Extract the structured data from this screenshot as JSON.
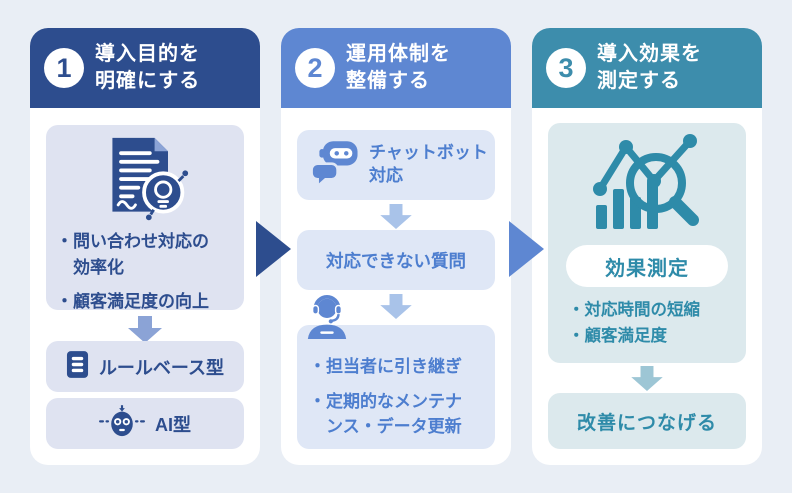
{
  "colors": {
    "page_background": "#e9eef5",
    "panel_background": "#ffffff",
    "step1_primary": "#2d4d8e",
    "step1_box_background": "#dfe3f1",
    "step1_arrow": "#8ba3d6",
    "step2_primary": "#5e87d2",
    "step2_text": "#4d7ecf",
    "step2_box_background": "#dfe7f6",
    "step2_arrow": "#a9c3e9",
    "step3_primary": "#3d8dac",
    "step3_text": "#2e8ba9",
    "step3_box_background": "#dce9ed",
    "step3_arrow": "#9dc6d5"
  },
  "icons": {
    "step1_main": "document-lightbulb-icon",
    "step1_rule": "list-icon",
    "step1_ai": "robot-face-icon",
    "step2_chatbot": "chatbot-speech-icon",
    "step2_operator": "operator-headset-icon",
    "step3_main": "analytics-magnifier-icon",
    "flow_down": "down-arrow",
    "flow_next": "right-chevron-arrow"
  },
  "step1": {
    "number": "1",
    "title_line1": "導入目的を",
    "title_line2": "明確にする",
    "purpose_bullet1_line1": "・問い合わせ対応の",
    "purpose_bullet1_line2": "効率化",
    "purpose_bullet2": "・顧客満足度の向上",
    "type_rule_label": "ルールベース型",
    "type_ai_label": "AI型"
  },
  "step2": {
    "number": "2",
    "title_line1": "運用体制を",
    "title_line2": "整備する",
    "chatbot_line1": "チャットボット",
    "chatbot_line2": "対応",
    "unanswered_label": "対応できない質問",
    "handover_bullet1": "・担当者に引き継ぎ",
    "handover_bullet2_line1": "・定期的なメンテナ",
    "handover_bullet2_line2": "ンス・データ更新"
  },
  "step3": {
    "number": "3",
    "title_line1": "導入効果を",
    "title_line2": "測定する",
    "measure_label": "効果測定",
    "effect_bullet1": "・対応時間の短縮",
    "effect_bullet2": "・顧客満足度",
    "improve_label": "改善につなげる"
  }
}
